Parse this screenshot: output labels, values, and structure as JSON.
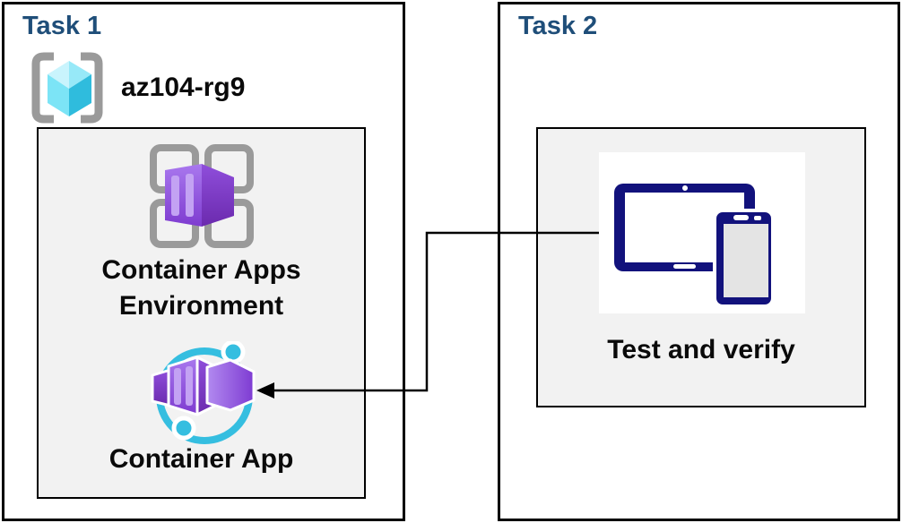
{
  "task1": {
    "title": "Task 1",
    "resource_group": {
      "name": "az104-rg9",
      "icon": "resource-group"
    },
    "environment": {
      "label": "Container Apps Environment",
      "label_line1": "Container Apps",
      "label_line2": "Environment",
      "icon": "container-apps-environment"
    },
    "app": {
      "label": "Container App",
      "icon": "container-app"
    }
  },
  "task2": {
    "title": "Task 2",
    "test": {
      "label": "Test and verify",
      "icon": "tablet-and-phone"
    }
  },
  "connector": {
    "from": "Test and verify",
    "to": "Container App",
    "style": "elbow-arrow-left"
  },
  "colors": {
    "title_blue": "#1F4E79",
    "label_black": "#0A0A0A",
    "inner_box_bg": "#F2F2F2",
    "border": "#000000",
    "azure_cyan": "#35BEE0",
    "azure_purple": "#8B4FE0",
    "device_navy": "#12127C",
    "bracket_gray": "#9A9A9A"
  }
}
